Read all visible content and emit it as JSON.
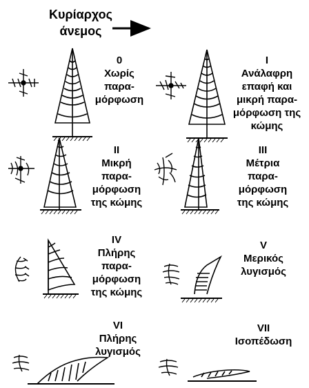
{
  "header": {
    "title_lines": [
      "Κυρίαρχος",
      "άνεμος"
    ]
  },
  "stages": [
    {
      "numeral": "0",
      "caption": [
        "Χωρίς",
        "παρα-",
        "μόρφωση"
      ]
    },
    {
      "numeral": "I",
      "caption": [
        "Ανάλαφρη",
        "επαφή και",
        "μικρή παρα-",
        "μόρφωση της",
        "κώμης"
      ]
    },
    {
      "numeral": "II",
      "caption": [
        "Μικρή",
        "παρα-",
        "μόρφωση",
        "της κώμης"
      ]
    },
    {
      "numeral": "III",
      "caption": [
        "Μέτρια",
        "παρα-",
        "μόρφωση",
        "της κώμης"
      ]
    },
    {
      "numeral": "IV",
      "caption": [
        "Πλήρης",
        "παρα-",
        "μόρφωση",
        "της κώμης"
      ]
    },
    {
      "numeral": "V",
      "caption": [
        "Μερικός",
        "λυγισμός"
      ]
    },
    {
      "numeral": "VI",
      "caption": [
        "Πλήρης",
        "λυγισμός"
      ]
    },
    {
      "numeral": "VII",
      "caption": [
        "Ισοπέδωση"
      ]
    }
  ],
  "colors": {
    "ink": "#000000",
    "background": "#ffffff"
  },
  "icons": [
    "wind-direction-arrow-icon",
    "wind-vane-symbol-icon",
    "ground-hatching-icon"
  ]
}
